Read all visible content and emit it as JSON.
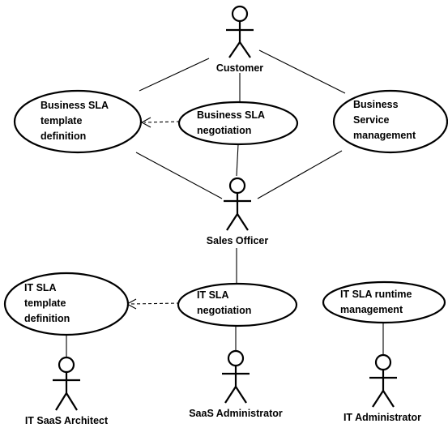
{
  "actors": {
    "customer": "Customer",
    "sales_officer": "Sales Officer",
    "it_saas_architect": "IT SaaS Architect",
    "saas_administrator": "SaaS Administrator",
    "it_administrator": "IT Administrator"
  },
  "usecases": {
    "business_sla_template": [
      "Business SLA",
      "template",
      "definition"
    ],
    "business_sla_negotiation": [
      "Business SLA",
      "negotiation"
    ],
    "business_service_mgmt": [
      "Business",
      "Service",
      "management"
    ],
    "it_sla_template": [
      "IT SLA",
      "template",
      "definition"
    ],
    "it_sla_negotiation": [
      "IT SLA",
      "negotiation"
    ],
    "it_sla_runtime": [
      "IT SLA runtime",
      "management"
    ]
  }
}
